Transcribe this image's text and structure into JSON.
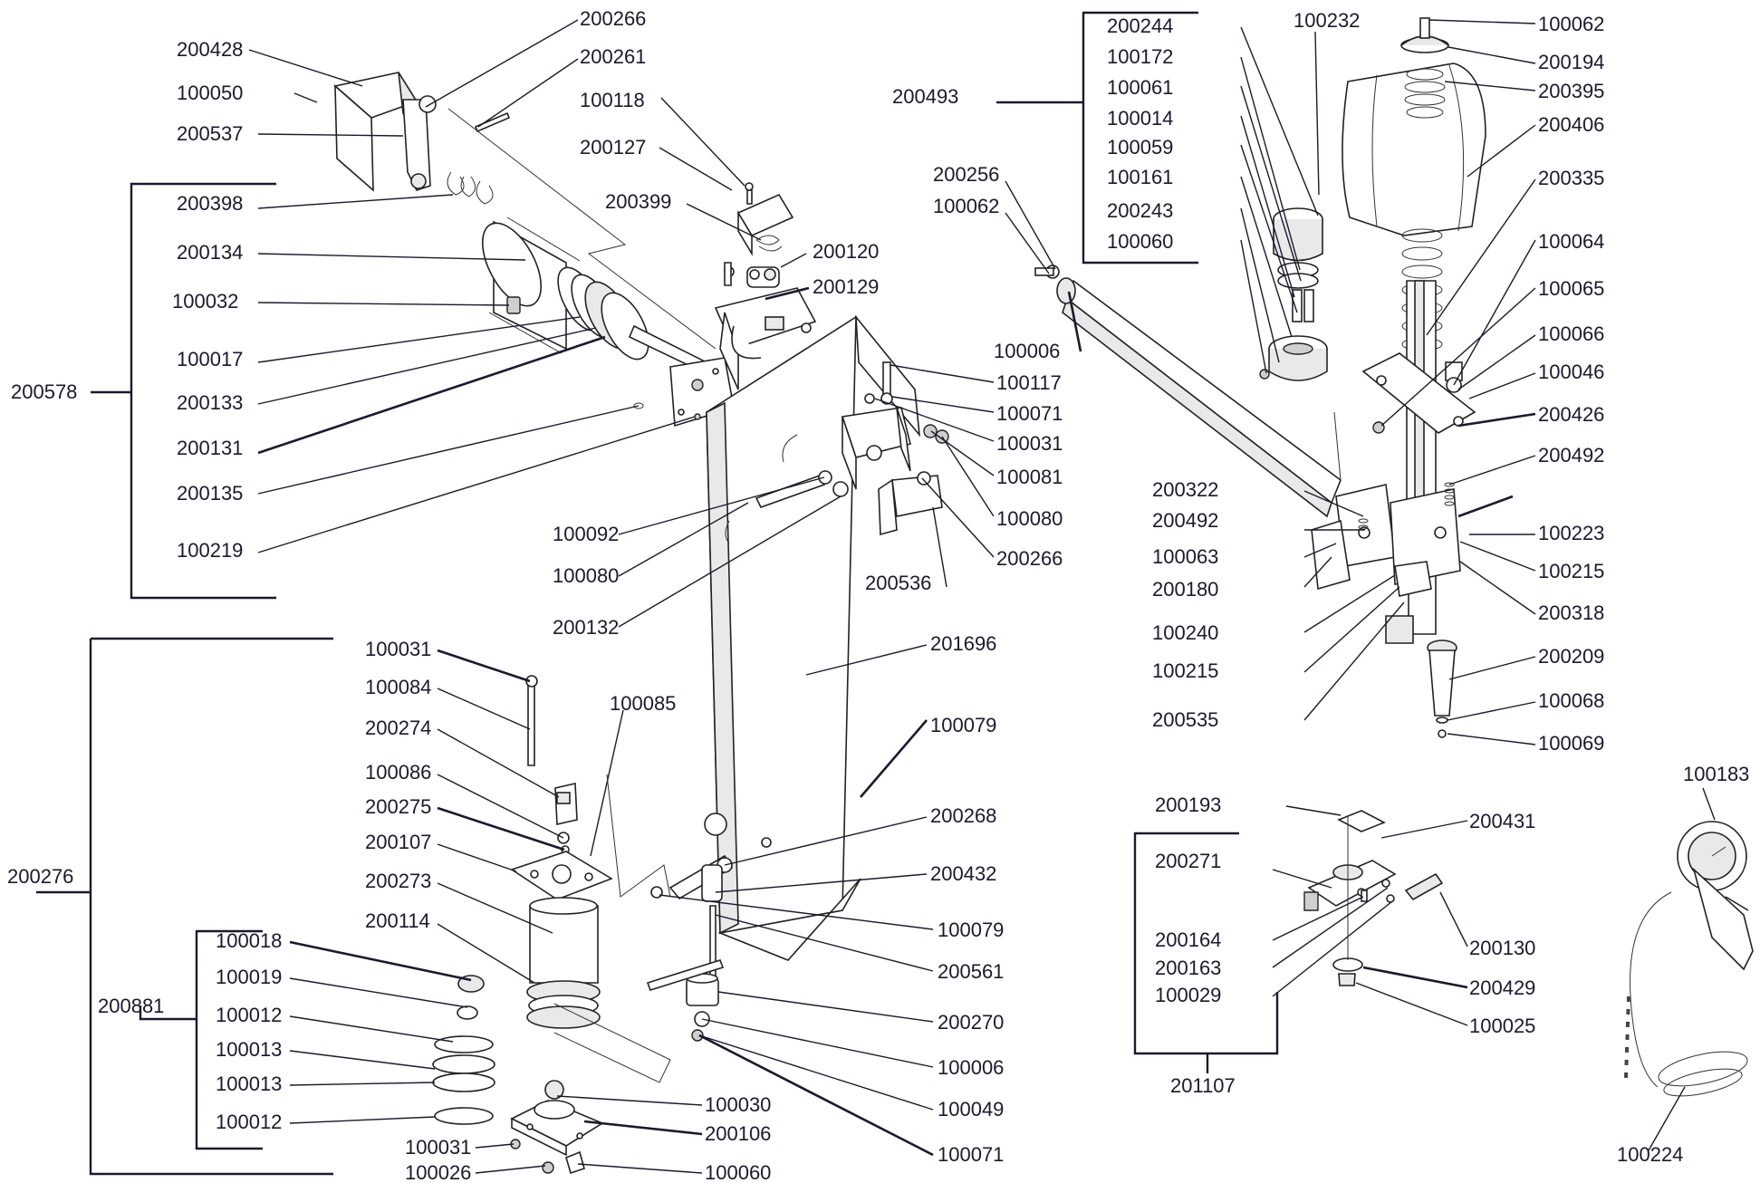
{
  "labels": {
    "p200266a": "200266",
    "p200261": "200261",
    "p200428": "200428",
    "p100050": "100050",
    "p200537": "200537",
    "p200398": "200398",
    "p200134": "200134",
    "p100032": "100032",
    "p100017": "100017",
    "p200133": "200133",
    "p200131": "200131",
    "p200135": "200135",
    "p100219": "100219",
    "p200578": "200578",
    "p100118": "100118",
    "p200127": "200127",
    "p200399": "200399",
    "p200120": "200120",
    "p200129": "200129",
    "p100117": "100117",
    "p100071a": "100071",
    "p100031a": "100031",
    "p100081": "100081",
    "p100080a": "100080",
    "p200266b": "200266",
    "p200536": "200536",
    "p100092": "100092",
    "p100080b": "100080",
    "p200132": "200132",
    "p201696": "201696",
    "p100079a": "100079",
    "p200268": "200268",
    "p200432": "200432",
    "p100079b": "100079",
    "p200561": "200561",
    "p200270": "200270",
    "p100006a": "100006",
    "p100049": "100049",
    "p100071b": "100071",
    "p100031b": "100031",
    "p100084": "100084",
    "p100085": "100085",
    "p200274": "200274",
    "p100086": "100086",
    "p200275": "200275",
    "p200107": "200107",
    "p200273": "200273",
    "p200114": "200114",
    "p200276": "200276",
    "p100018": "100018",
    "p100019": "100019",
    "p200881": "200881",
    "p100012a": "100012",
    "p100013a": "100013",
    "p100013b": "100013",
    "p100012b": "100012",
    "p100030": "100030",
    "p200106": "200106",
    "p100031c": "100031",
    "p100026": "100026",
    "p100060a": "100060",
    "p200493": "200493",
    "p200244": "200244",
    "p100172": "100172",
    "p100061": "100061",
    "p100014": "100014",
    "p100059": "100059",
    "p100161": "100161",
    "p200243": "200243",
    "p100060b": "100060",
    "p100232": "100232",
    "p200256": "200256",
    "p100062a": "100062",
    "p100006b": "100006",
    "p100062b": "100062",
    "p200194": "200194",
    "p200395": "200395",
    "p200406": "200406",
    "p200335": "200335",
    "p100064": "100064",
    "p100065": "100065",
    "p100066": "100066",
    "p100046": "100046",
    "p200426": "200426",
    "p200492a": "200492",
    "p200322": "200322",
    "p200492b": "200492",
    "p100063": "100063",
    "p200180": "200180",
    "p100240": "100240",
    "p100215a": "100215",
    "p200535": "200535",
    "p100223": "100223",
    "p100215b": "100215",
    "p200318": "200318",
    "p200209": "200209",
    "p100068": "100068",
    "p100069": "100069",
    "p200193": "200193",
    "p200431": "200431",
    "p200271": "200271",
    "p200164": "200164",
    "p200163": "200163",
    "p100029": "100029",
    "p201107": "201107",
    "p200130": "200130",
    "p200429": "200429",
    "p100025": "100025",
    "p100183": "100183",
    "p100224": "100224"
  }
}
